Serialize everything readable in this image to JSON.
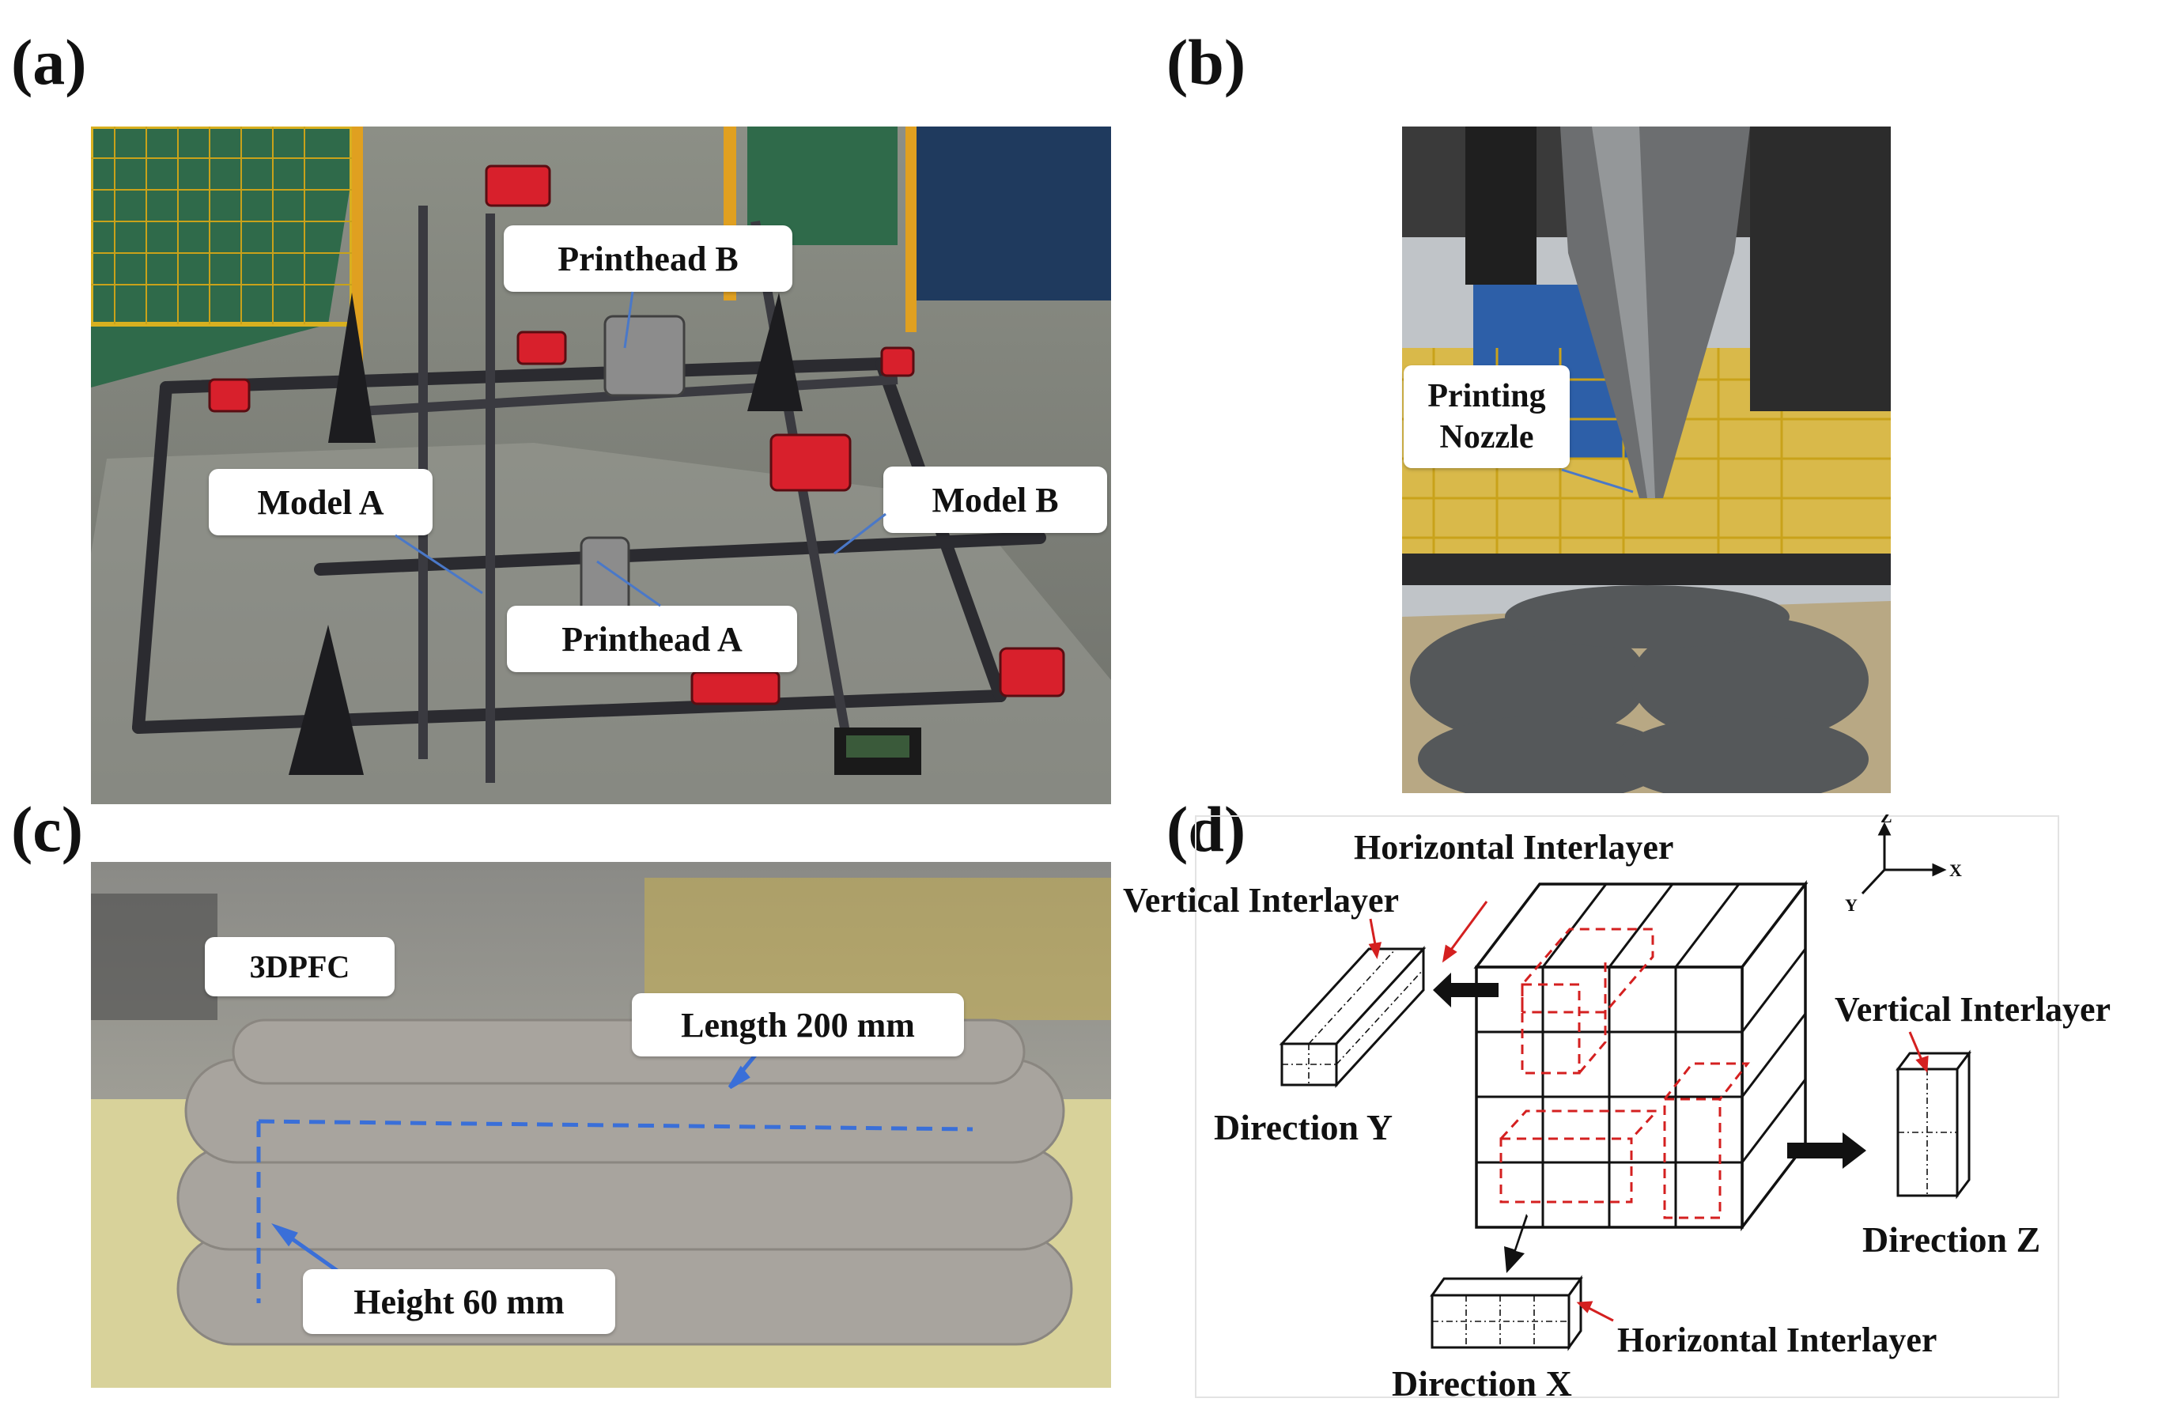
{
  "panels": {
    "a": {
      "letter": "(a)",
      "callouts": {
        "printhead_b": "Printhead B",
        "model_a": "Model A",
        "model_b": "Model B",
        "printhead_a": "Printhead A"
      }
    },
    "b": {
      "letter": "(b)",
      "callouts": {
        "nozzle_line1": "Printing",
        "nozzle_line2": "Nozzle"
      }
    },
    "c": {
      "letter": "(c)",
      "callouts": {
        "material": "3DPFC",
        "length": "Length 200 mm",
        "height": "Height 60 mm"
      }
    },
    "d": {
      "letter": "(d)",
      "labels": {
        "horizontal_top": "Horizontal Interlayer",
        "vertical_left": "Vertical Interlayer",
        "vertical_right": "Vertical Interlayer",
        "horizontal_bottom": "Horizontal Interlayer",
        "direction_y": "Direction Y",
        "direction_z": "Direction Z",
        "direction_x": "Direction X"
      },
      "axes": {
        "z": "Z",
        "x": "X",
        "y": "Y"
      }
    }
  },
  "colors": {
    "callout_line": "#4a78c8",
    "arrow_red": "#d42020",
    "dash_red": "#d42020",
    "dash_blue": "#3a6fd8",
    "concrete": "#8a8f8c",
    "frame_black": "#1c1c1f",
    "motor_red": "#d8202c"
  }
}
